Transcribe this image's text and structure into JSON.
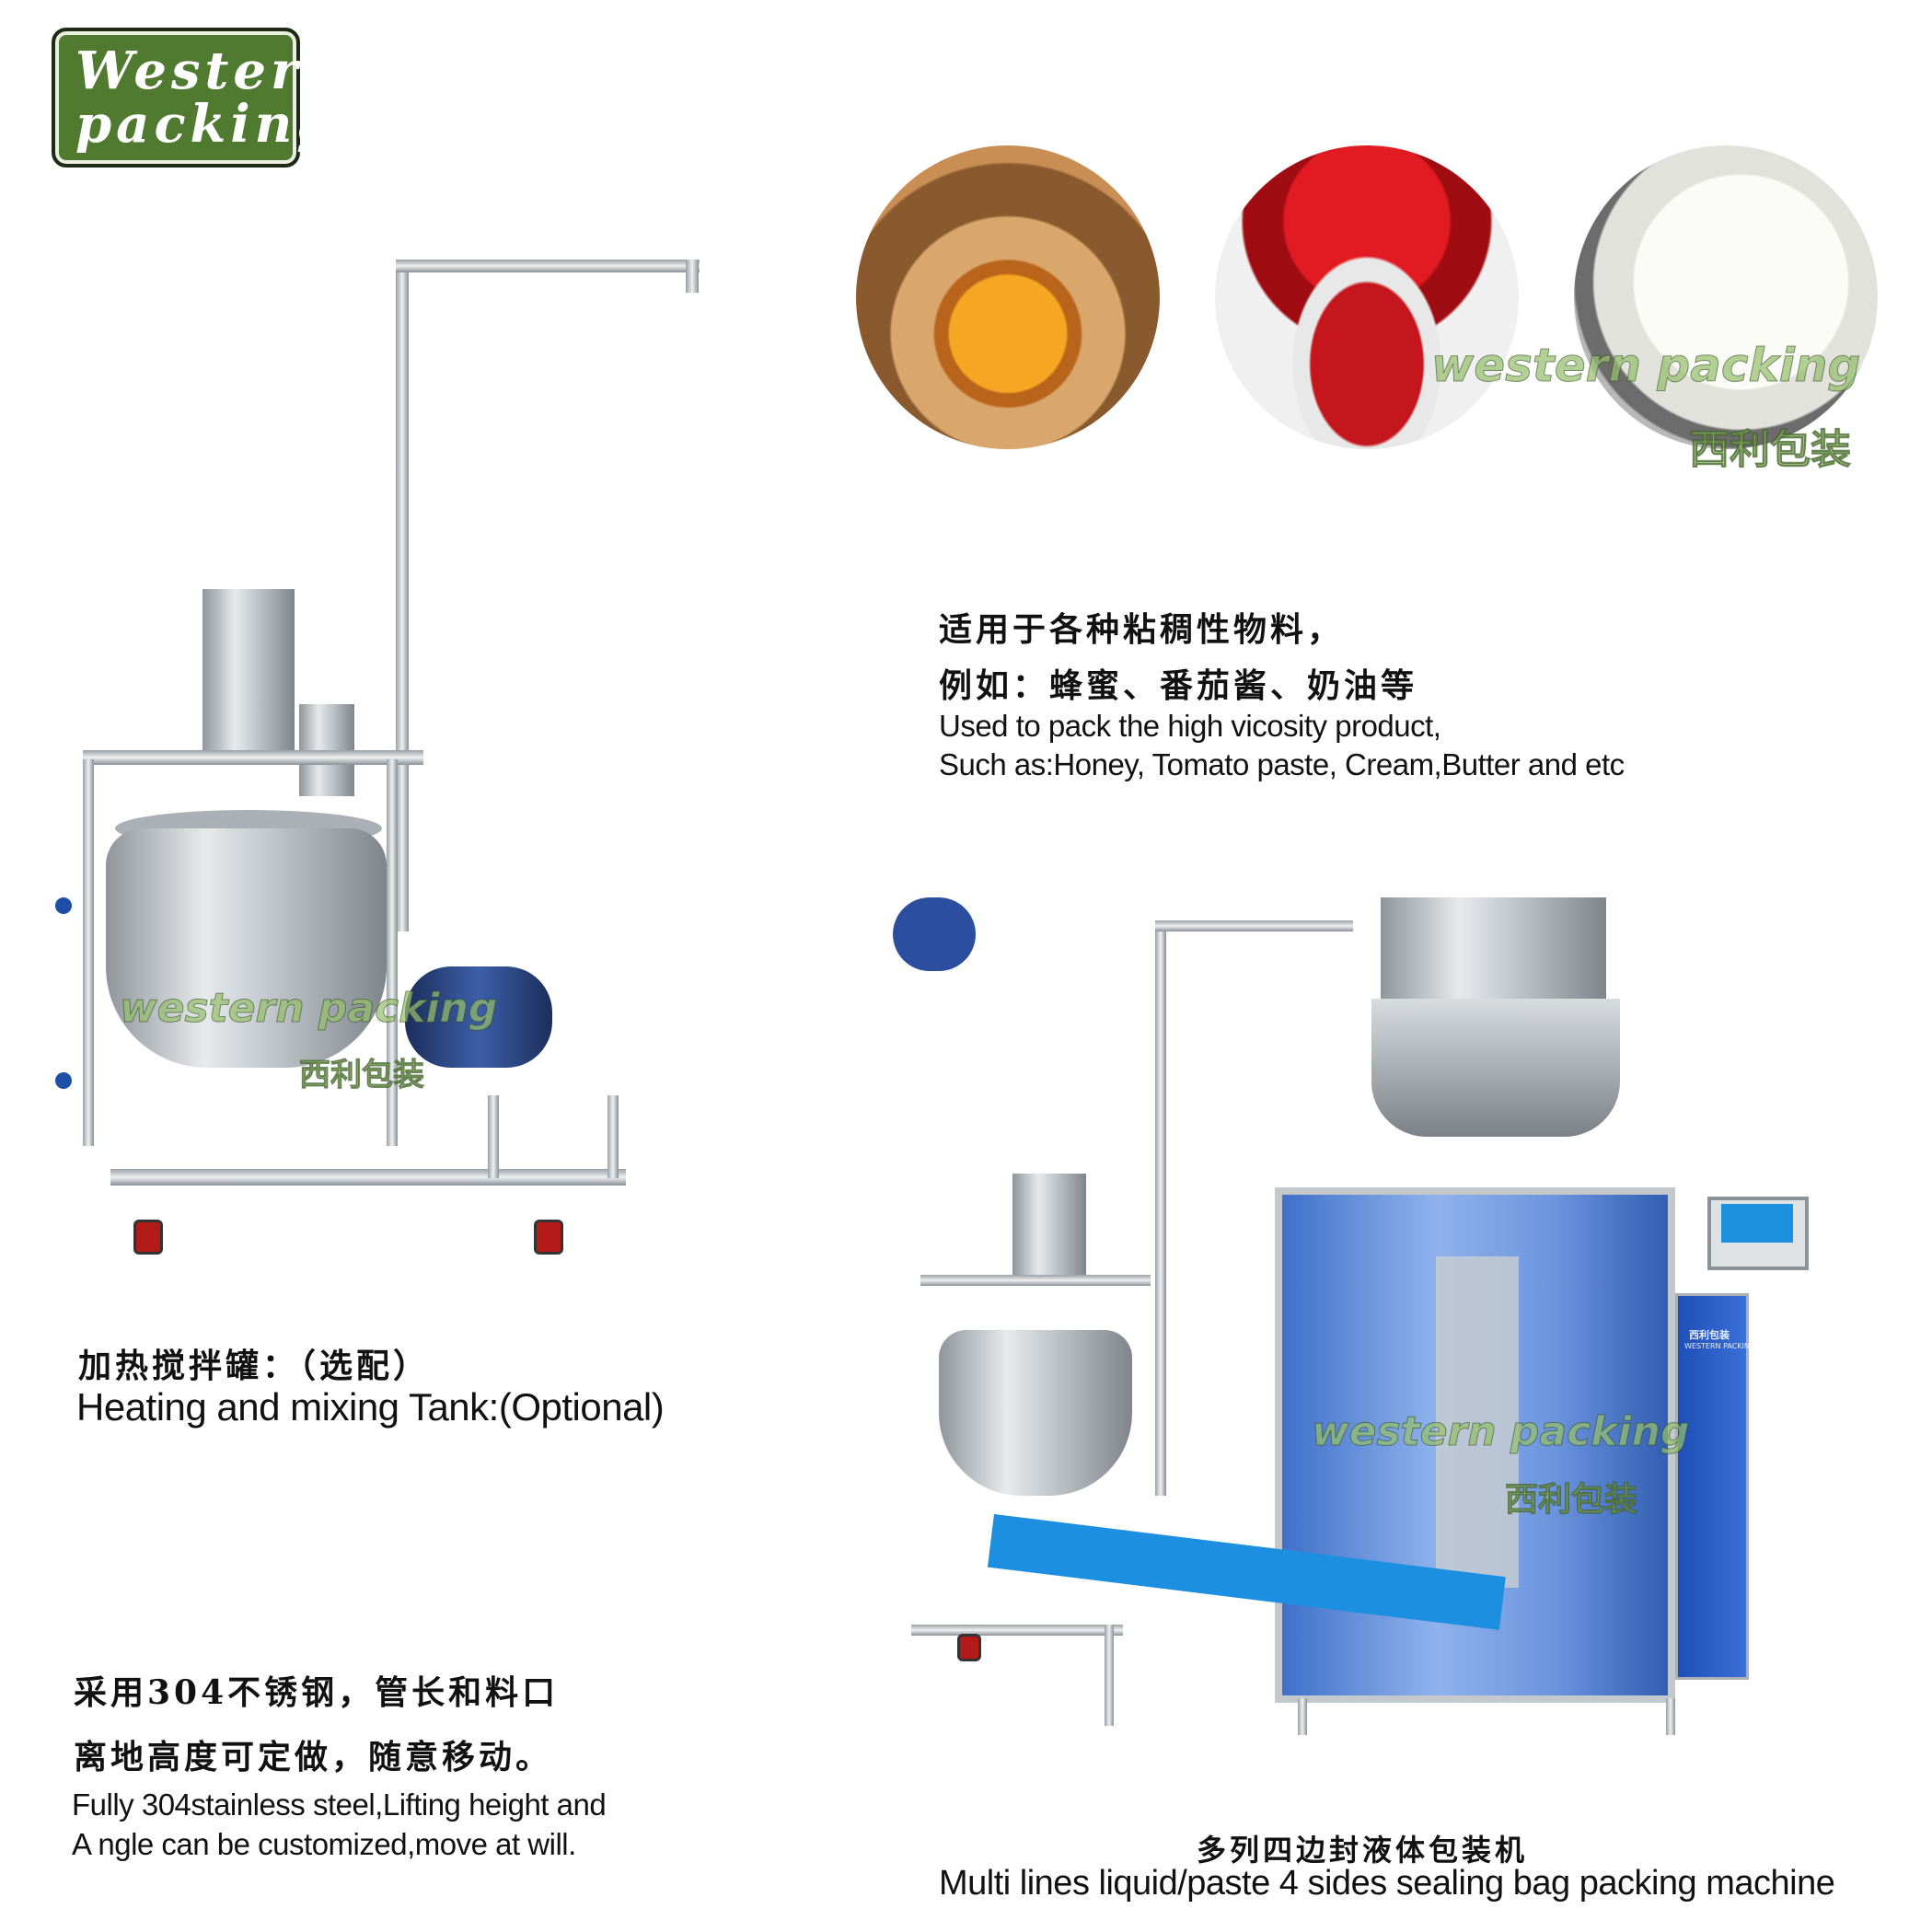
{
  "logo": {
    "line1": "Western",
    "line2": "packing"
  },
  "watermarks": {
    "en": "western packing",
    "cn": "西利包装"
  },
  "product_images": [
    {
      "name": "honey"
    },
    {
      "name": "tomato paste"
    },
    {
      "name": "cream"
    }
  ],
  "application": {
    "cn_line1": "适用于各种粘稠性物料，",
    "cn_line2": "例如：蜂蜜、番茄酱、奶油等",
    "en_line1": "Used to pack the high vicosity product,",
    "en_line2": "Such as:Honey, Tomato paste, Cream,Butter and etc"
  },
  "tank": {
    "cn": "加热搅拌罐：（选配）",
    "en": "Heating and mixing Tank:(Optional)"
  },
  "material": {
    "cn_line1": "采用304不锈钢，管长和料口",
    "cn_line2": "离地高度可定做，随意移动。",
    "en_line1": "Fully 304stainless steel,Lifting height and",
    "en_line2": "A  ngle can be customized,move at will."
  },
  "machine": {
    "cn": "多列四边封液体包装机",
    "en": "Multi lines  liquid/paste 4 sides sealing bag packing machine",
    "panel_brand_cn": "西利包装",
    "panel_brand_en": "WESTERN PACKING"
  }
}
